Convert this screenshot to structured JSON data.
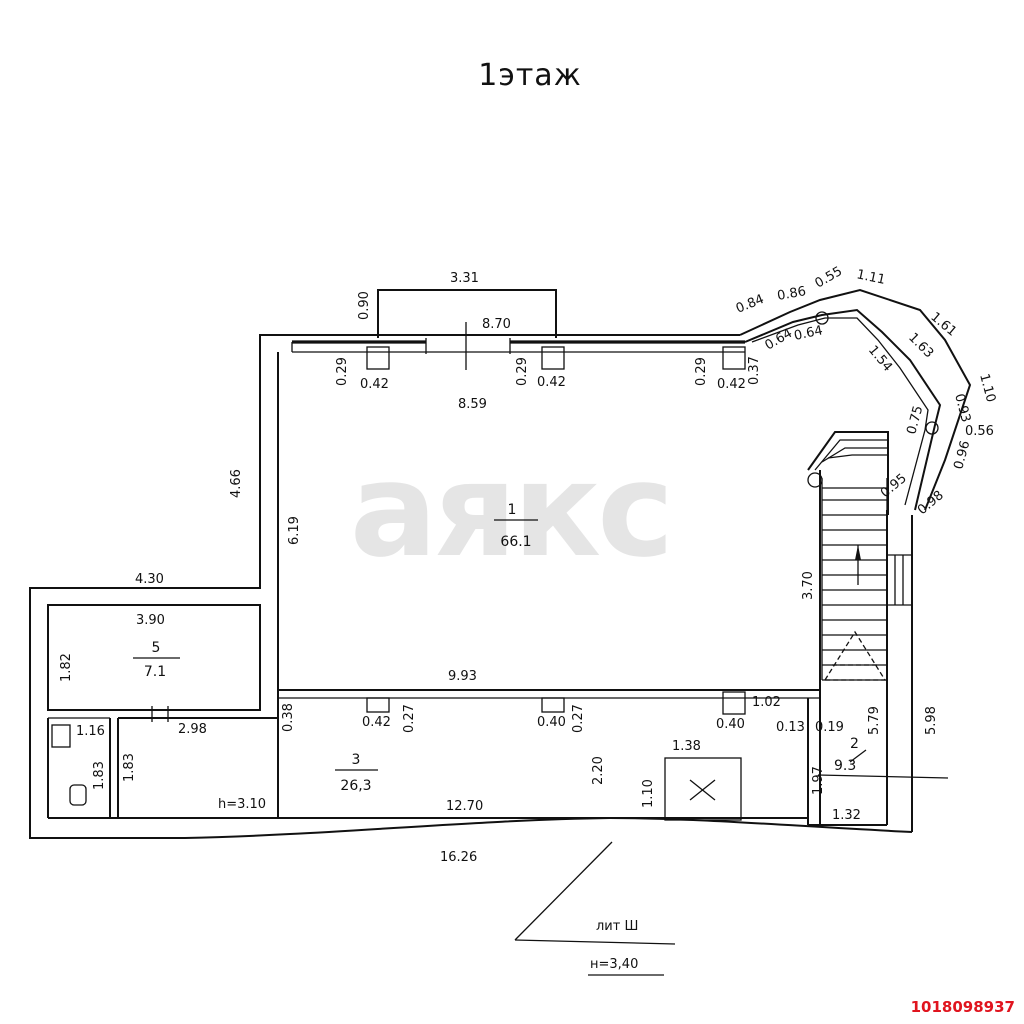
{
  "title": "1этаж",
  "watermark": "аякс",
  "listing_id": "1018098937",
  "litera": "лит Ш",
  "litera_height": "н=3,40",
  "rooms": [
    {
      "number": "1",
      "area": "66.1"
    },
    {
      "number": "2",
      "area": "9.3"
    },
    {
      "number": "3",
      "area": "26,3"
    },
    {
      "number": "5",
      "area": "7.1"
    }
  ],
  "room3_height": "h=3.10",
  "dims": {
    "d331": "3.31",
    "d090": "0.90",
    "d870": "8.70",
    "d859": "8.59",
    "d029a": "0.29",
    "d042a": "0.42",
    "d029b": "0.29",
    "d042b": "0.42",
    "d029c": "0.29",
    "d042c": "0.42",
    "d037": "0.37",
    "d084": "0.84",
    "d086": "0.86",
    "d055": "0.55",
    "d111": "1.11",
    "d064a": "0.64",
    "d064b": "0.64",
    "d161": "1.61",
    "d163": "1.63",
    "d154": "1.54",
    "d110": "1.10",
    "d093": "0.93",
    "d056": "0.56",
    "d075": "0.75",
    "d096a": "0.96",
    "d095": "0.95",
    "d098": "0.98",
    "d466": "4.66",
    "d619": "6.19",
    "d370": "3.70",
    "d430": "4.30",
    "d390": "3.90",
    "d182": "1.82",
    "d993": "9.93",
    "d102": "1.02",
    "d038": "0.38",
    "d042d": "0.42",
    "d027a": "0.27",
    "d040a": "0.40",
    "d027b": "0.27",
    "d040b": "0.40",
    "d013": "0.13",
    "d019": "0.19",
    "d579": "5.79",
    "d598": "5.98",
    "d116": "1.16",
    "d298": "2.98",
    "d183a": "1.83",
    "d183b": "1.83",
    "d138": "1.38",
    "d220": "2.20",
    "d110b": "1.10",
    "d1270": "12.70",
    "d197": "1.97",
    "d132": "1.32",
    "d1626": "16.26"
  }
}
